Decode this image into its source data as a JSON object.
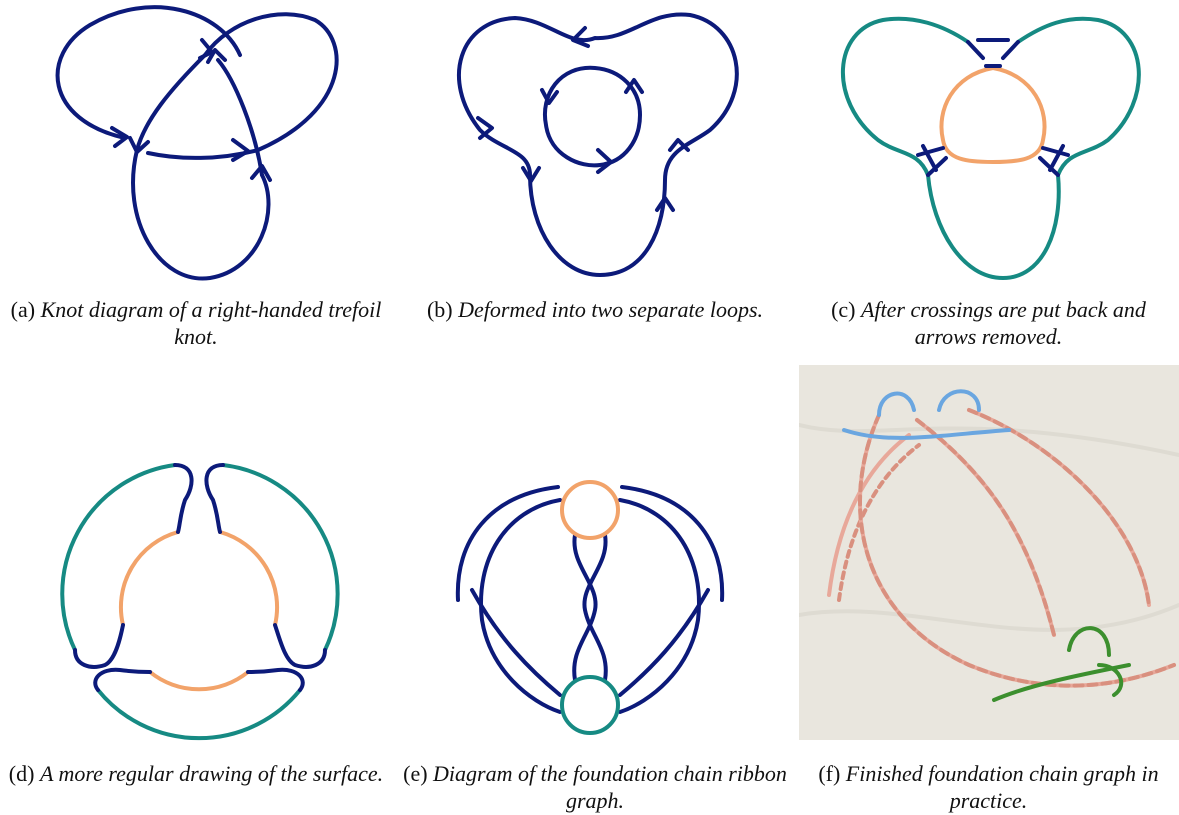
{
  "figure": {
    "panels": [
      {
        "label": "(a)",
        "caption": "Knot diagram of a right-handed trefoil knot."
      },
      {
        "label": "(b)",
        "caption": "Deformed into two separate loops."
      },
      {
        "label": "(c)",
        "caption": "After crossings are put back and arrows removed."
      },
      {
        "label": "(d)",
        "caption": "A more regular drawing of the surface."
      },
      {
        "label": "(e)",
        "caption": "Diagram of the foundation chain ribbon graph."
      },
      {
        "label": "(f)",
        "caption": "Finished foundation chain graph in practice."
      }
    ]
  },
  "colors": {
    "strand": "#0c1a7a",
    "outer_loop": "#168a83",
    "inner_loop": "#f2a36a",
    "yarn": "#e8a89a",
    "marker_blue": "#6aa6e0",
    "marker_green": "#3c8f2e",
    "fabric": "#e9e6de"
  }
}
